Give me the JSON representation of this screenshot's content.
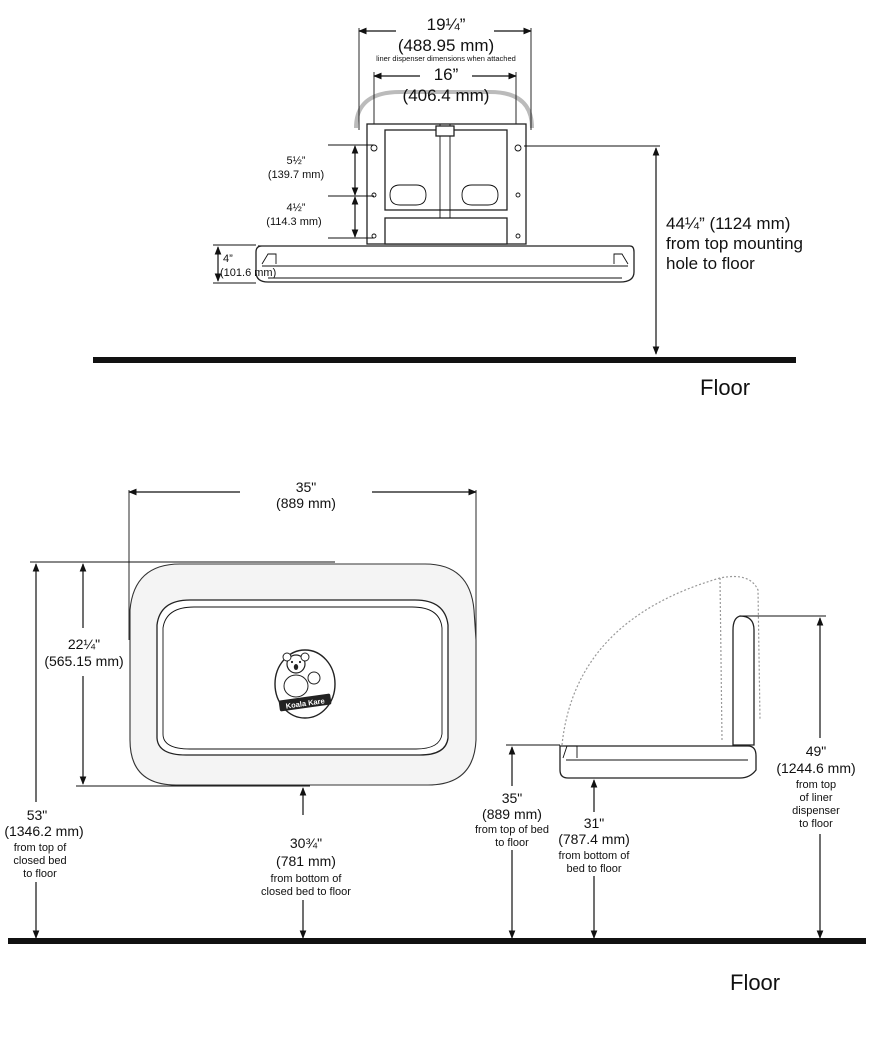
{
  "top_view": {
    "width_outer": "19¼”",
    "width_outer_mm": "(488.95 mm)",
    "liner_note": "liner dispenser dimensions when attached",
    "width_inner": "16”",
    "width_inner_mm": "(406.4 mm)",
    "dim_a": "5½”",
    "dim_a_mm": "(139.7 mm)",
    "dim_b": "4½”",
    "dim_b_mm": "(114.3 mm)",
    "dim_c": "4”",
    "dim_c_mm": "(101.6 mm)",
    "mount_height_line1": "44¼” (1124 mm)",
    "mount_height_line2": "from top mounting",
    "mount_height_line3": "hole to floor",
    "floor_label": "Floor"
  },
  "bottom_view": {
    "width": "35\"",
    "width_mm": "(889 mm)",
    "height": "22¼\"",
    "height_mm": "(565.15 mm)",
    "top_height": "53\"",
    "top_height_mm": "(1346.2 mm)",
    "top_height_note1": "from top of",
    "top_height_note2": "closed bed",
    "top_height_note3": "to floor",
    "bottom_height": "30¾\"",
    "bottom_height_mm": "(781 mm)",
    "bottom_height_note1": "from bottom of",
    "bottom_height_note2": "closed bed to floor",
    "logo_text": "Koala Kare",
    "bed_top": "35\"",
    "bed_top_mm": "(889 mm)",
    "bed_top_note1": "from top of bed",
    "bed_top_note2": "to floor",
    "bed_bottom": "31\"",
    "bed_bottom_mm": "(787.4 mm)",
    "bed_bottom_note1": "from bottom of",
    "bed_bottom_note2": "bed to floor",
    "liner_top": "49\"",
    "liner_top_mm": "(1244.6 mm)",
    "liner_top_note1": "from top",
    "liner_top_note2": "of liner",
    "liner_top_note3": "dispenser",
    "liner_top_note4": "to floor",
    "floor_label": "Floor"
  }
}
